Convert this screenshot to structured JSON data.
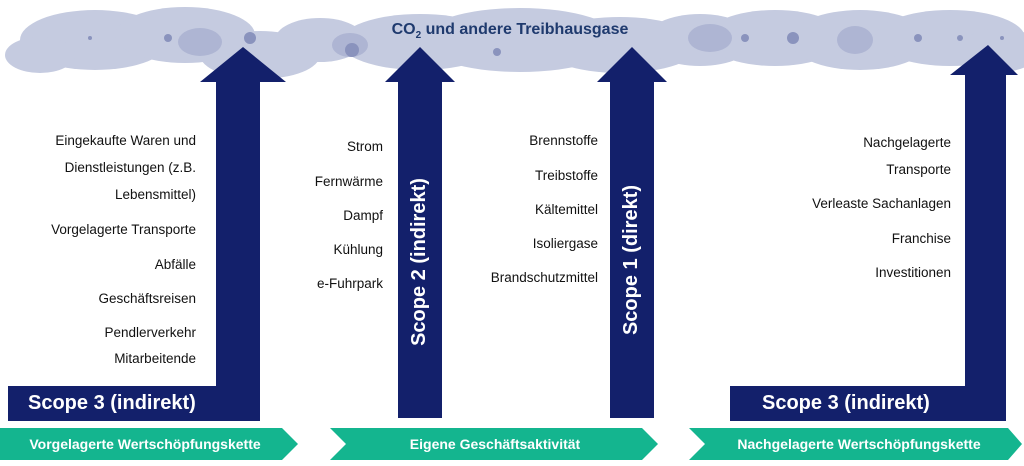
{
  "cloud": {
    "title_prefix": "CO",
    "title_sub": "2",
    "title_suffix": " und andere Treibhausgase"
  },
  "upstream_items": [
    "Eingekaufte Waren und",
    "Dienstleistungen (z.B.",
    "Lebensmittel)",
    "Vorgelagerte Transporte",
    "Abfälle",
    "Geschäftsreisen",
    "Pendlerverkehr",
    "Mitarbeitende"
  ],
  "scope2_items": [
    "Strom",
    "Fernwärme",
    "Dampf",
    "Kühlung",
    "e-Fuhrpark"
  ],
  "scope1_items": [
    "Brennstoffe",
    "Treibstoffe",
    "Kältemittel",
    "Isoliergase",
    "Brandschutzmittel"
  ],
  "downstream_items": [
    "Nachgelagerte",
    "Transporte",
    "Verleaste Sachanlagen",
    "Franchise",
    "Investitionen"
  ],
  "scopes": {
    "scope3_left": "Scope 3 (indirekt)",
    "scope2": "Scope 2 (indirekt)",
    "scope1": "Scope 1 (direkt)",
    "scope3_right": "Scope 3 (indirekt)"
  },
  "value_chain": {
    "upstream": "Vorgelagerte Wertschöpfungskette",
    "own": "Eigene Geschäftsaktivität",
    "downstream": "Nachgelagerte Wertschöpfungskette"
  },
  "colors": {
    "cloud": "#c5cbe0",
    "cloud_dark": "#aeb5d3",
    "arrow": "#13206b",
    "chevron": "#14b58f"
  }
}
